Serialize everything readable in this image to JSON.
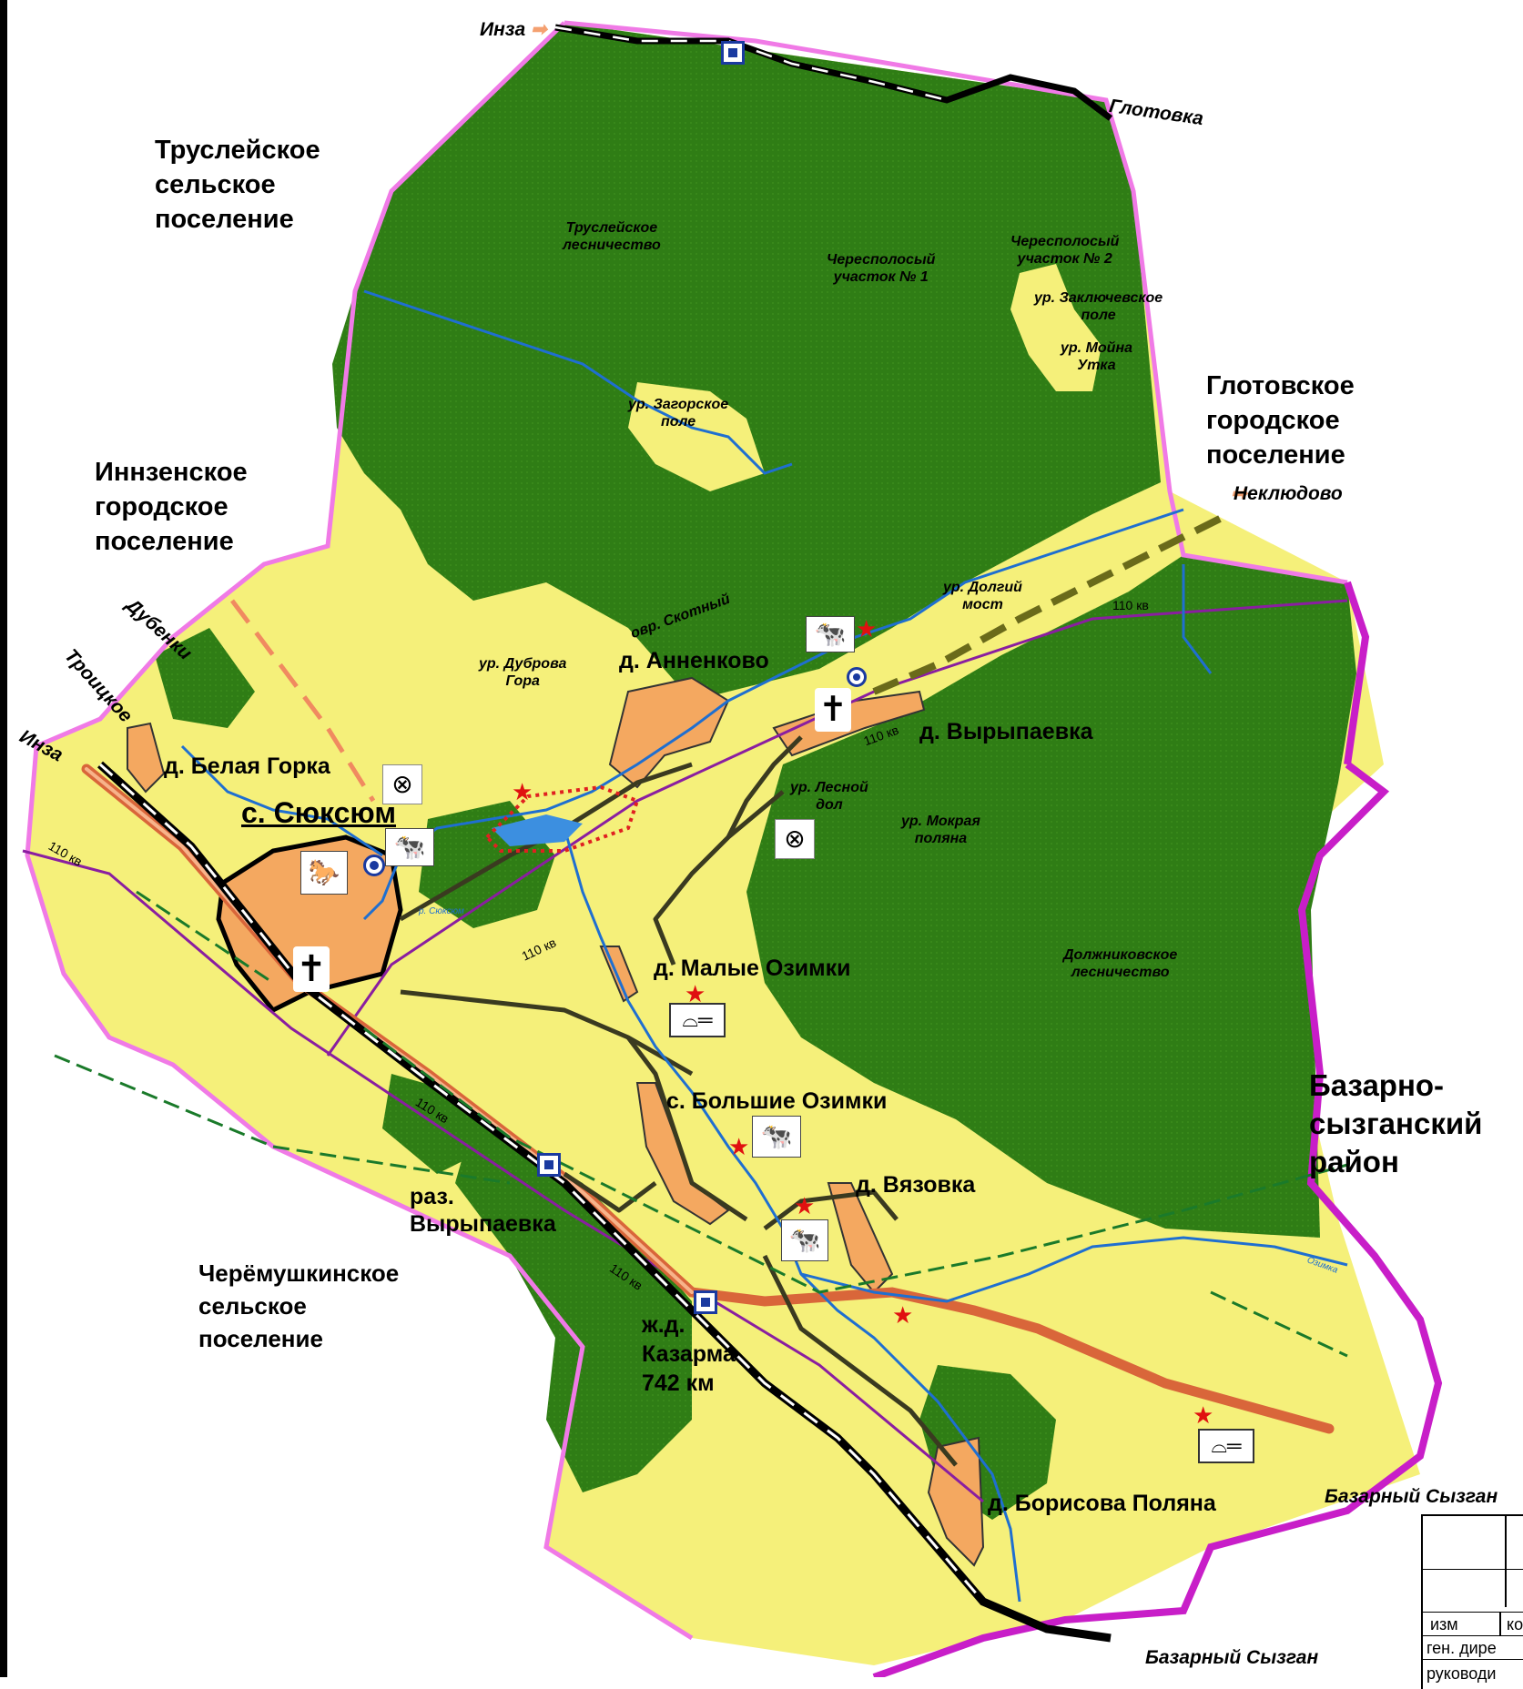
{
  "neighbors": {
    "truslei": [
      "Труслейское",
      "сельское",
      "поселение"
    ],
    "inzen": [
      "Иннзенское",
      "городское",
      "поселение"
    ],
    "glotov": [
      "Глотовское",
      "городское",
      "поселение"
    ],
    "cheremushki": [
      "Черёмушкинское",
      "сельское",
      "поселение"
    ],
    "bazarno": [
      "Базарно-",
      "сызганский",
      "район"
    ]
  },
  "settlements": {
    "syuksyum": "с. Сюксюм",
    "belaya_gorka": "д. Белая Горка",
    "annenkovo": "д. Анненково",
    "vyrypaevka": "д. Вырыпаевка",
    "malye_ozimki": "д. Малые Озимки",
    "bolshie_ozimki": "с. Большие Озимки",
    "vyazovka": "д. Вязовка",
    "borisova_polyana": "д. Борисова Поляна",
    "raz_vyrypaevka": [
      "раз.",
      "Вырыпаевка"
    ],
    "kazarma": [
      "ж.д.",
      "Казарма",
      "742 км"
    ]
  },
  "localities": {
    "truslei_les": [
      "Труслейское",
      "лесничество"
    ],
    "cheresp1": [
      "Чересполосый",
      "участок № 1"
    ],
    "cheresp2": [
      "Чересполосый",
      "участок № 2"
    ],
    "zaklyuch": [
      "ур. Заключевское",
      "поле"
    ],
    "moina": [
      "ур. Мойна",
      "Утка"
    ],
    "zagorskoe": [
      "ур. Загорское",
      "поле"
    ],
    "dolgiy": [
      "ур. Долгий",
      "мост"
    ],
    "skotny": "овр. Скотный",
    "dubrava": [
      "ур. Дуброва",
      "Гора"
    ],
    "lesnoy": [
      "ур. Лесной",
      "дол"
    ],
    "mokraya": [
      "ур. Мокрая",
      "поляна"
    ],
    "dolzhnik": [
      "Должниковское",
      "лесничество"
    ]
  },
  "directions": {
    "inza_top": "Инза",
    "glotovka": "Глотовка",
    "neklyudovo": "Неклюдово",
    "dubenki": "Дубенки",
    "troitskoe": "Троицкое",
    "inza_left": "Инза",
    "bazarny_right": "Базарный Сызган",
    "bazarny_bottom": "Базарный Сызган"
  },
  "power_line": "110 кв",
  "rivers": [
    "р. Сюксюм",
    "Озимка"
  ],
  "stamp": {
    "izm": "изм",
    "kol": "ко",
    "gen": "ген. дире",
    "ruk": "руководи"
  },
  "colors": {
    "forest": "#2f7d15",
    "farmland": "#f5f07a",
    "settlement": "#f4a860",
    "boundary_outer": "#f07ae6",
    "district_border": "#c81ec8",
    "road": "#d9663a",
    "road_minor": "#3a3a20",
    "power": "#8a1ea0",
    "river": "#1f6fd0",
    "railway": "#000000"
  },
  "icons": [
    "cattle-farm-icon",
    "horse-farm-icon",
    "cemetery-icon",
    "landfill-icon",
    "monument-icon",
    "bridge-icon",
    "station-icon",
    "water-intake-icon"
  ]
}
